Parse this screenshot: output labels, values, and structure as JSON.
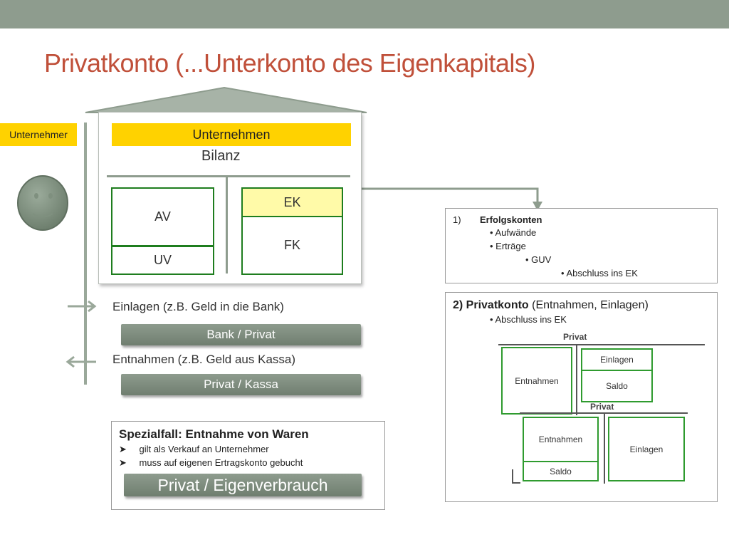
{
  "slide": {
    "title": "Privatkonto (...Unterkonto des Eigenkapitals)"
  },
  "owner": {
    "label": "Unternehmer"
  },
  "house": {
    "company_label": "Unternehmen",
    "balance_label": "Bilanz",
    "av": "AV",
    "uv": "UV",
    "ek": "EK",
    "fk": "FK"
  },
  "flows": {
    "einlagen_text": "Einlagen (z.B. Geld in die Bank)",
    "einlagen_entry": "Bank / Privat",
    "entnahmen_text": "Entnahmen (z.B. Geld aus Kassa)",
    "entnahmen_entry": "Privat / Kassa"
  },
  "special_case": {
    "title": "Spezialfall: Entnahme von Waren",
    "bullets": [
      "gilt als Verkauf an Unternehmer",
      "muss auf eigenen Ertragskonto gebucht"
    ],
    "entry": "Privat / Eigenverbrauch"
  },
  "erfolgskonten": {
    "number": "1)",
    "title": "Erfolgskonten",
    "item1": "Aufwände",
    "item2": "Erträge",
    "item3": "GUV",
    "item4": "Abschluss ins EK"
  },
  "privatkonto": {
    "title": "2) Privatkonto",
    "subtitle": "(Entnahmen, Einlagen)",
    "bullet": "Abschluss ins EK",
    "t1": {
      "header": "Privat",
      "left": "Entnahmen",
      "right_top": "Einlagen",
      "right_bottom": "Saldo"
    },
    "t2": {
      "header": "Privat",
      "left_top": "Entnahmen",
      "left_bottom": "Saldo",
      "right": "Einlagen"
    }
  },
  "colors": {
    "accent_title": "#c0503a",
    "top_bar": "#8e9c8e",
    "highlight_yellow": "#ffd200",
    "pale_yellow": "#fffaa8",
    "account_green": "#1e7d1e"
  }
}
